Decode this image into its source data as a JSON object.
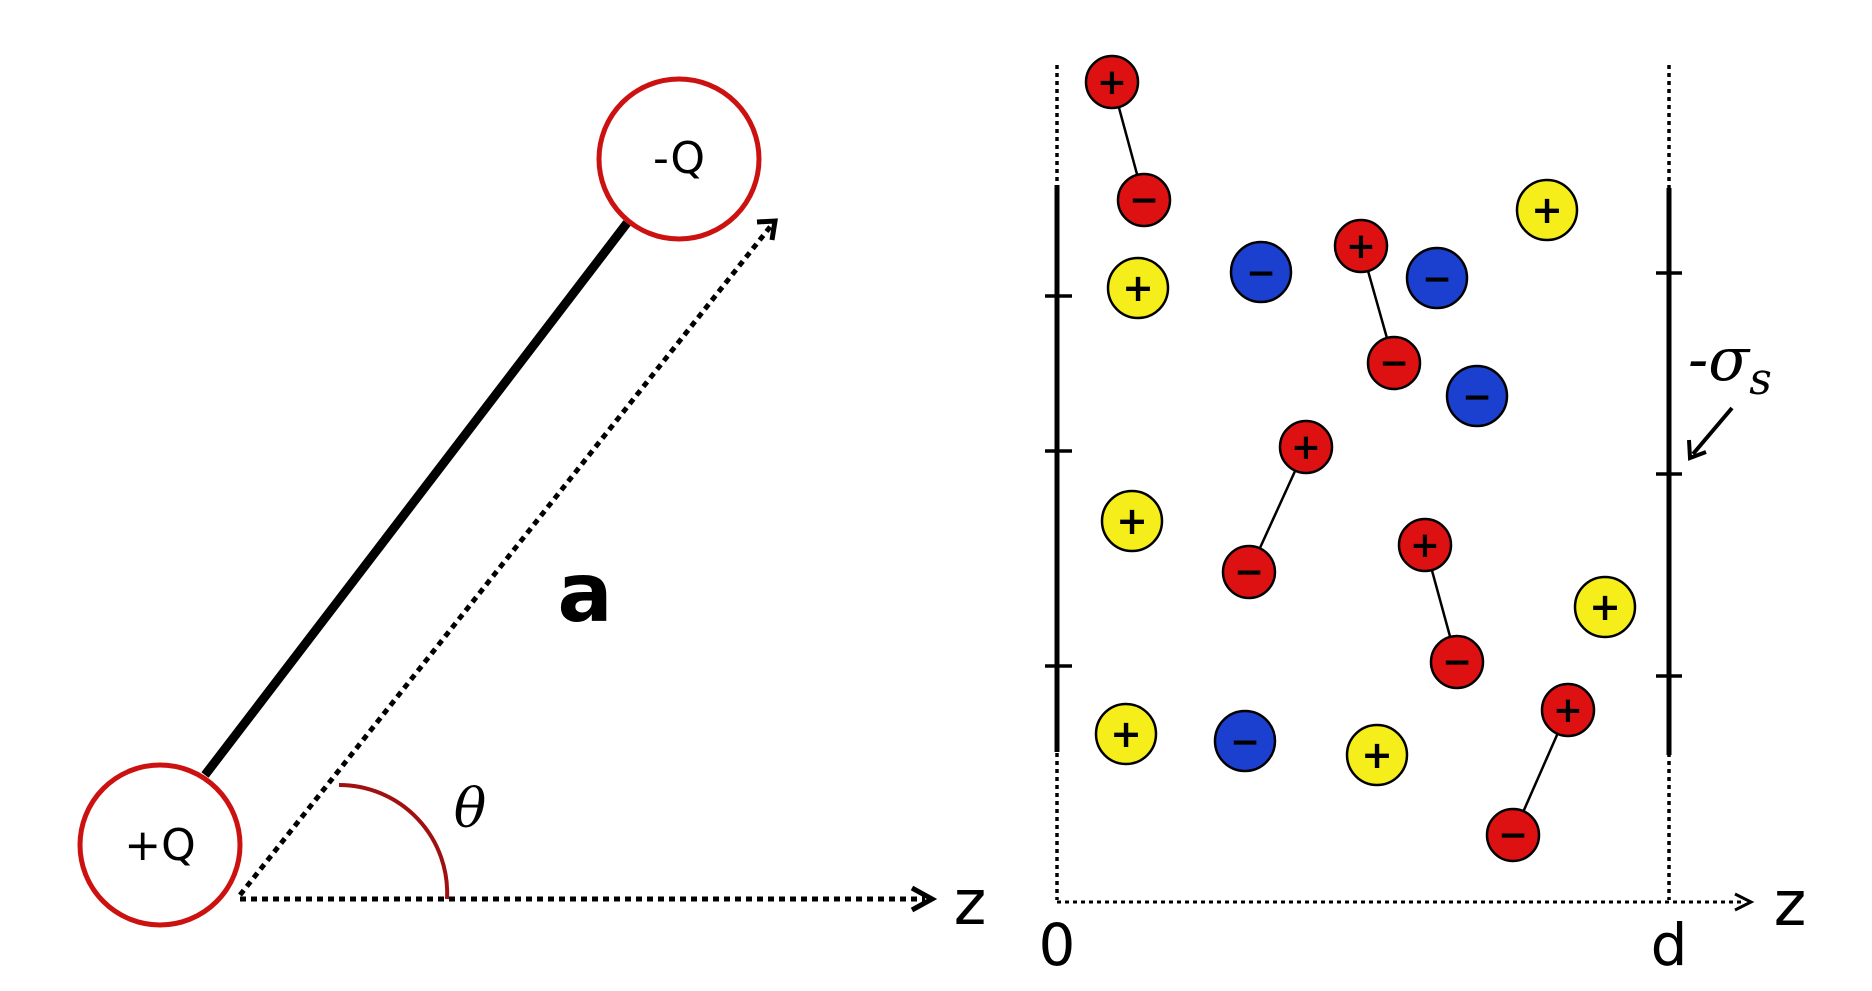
{
  "dipole": {
    "neg_label": "-Q",
    "pos_label": "+Q",
    "length_label": "a",
    "angle_label": "θ",
    "axis_label": "z",
    "ring_color": "#cc1111",
    "angle_arc_color": "#a01010"
  },
  "slab": {
    "axis_label": "z",
    "left_label": "0",
    "right_label": "d",
    "surface_label_prefix": "-σ",
    "surface_label_sub": "s",
    "colors": {
      "dipole": "#dd1111",
      "cation": "#f5ee1b",
      "anion": "#1b3fcf"
    },
    "signs": {
      "plus": "+",
      "minus": "−"
    }
  }
}
